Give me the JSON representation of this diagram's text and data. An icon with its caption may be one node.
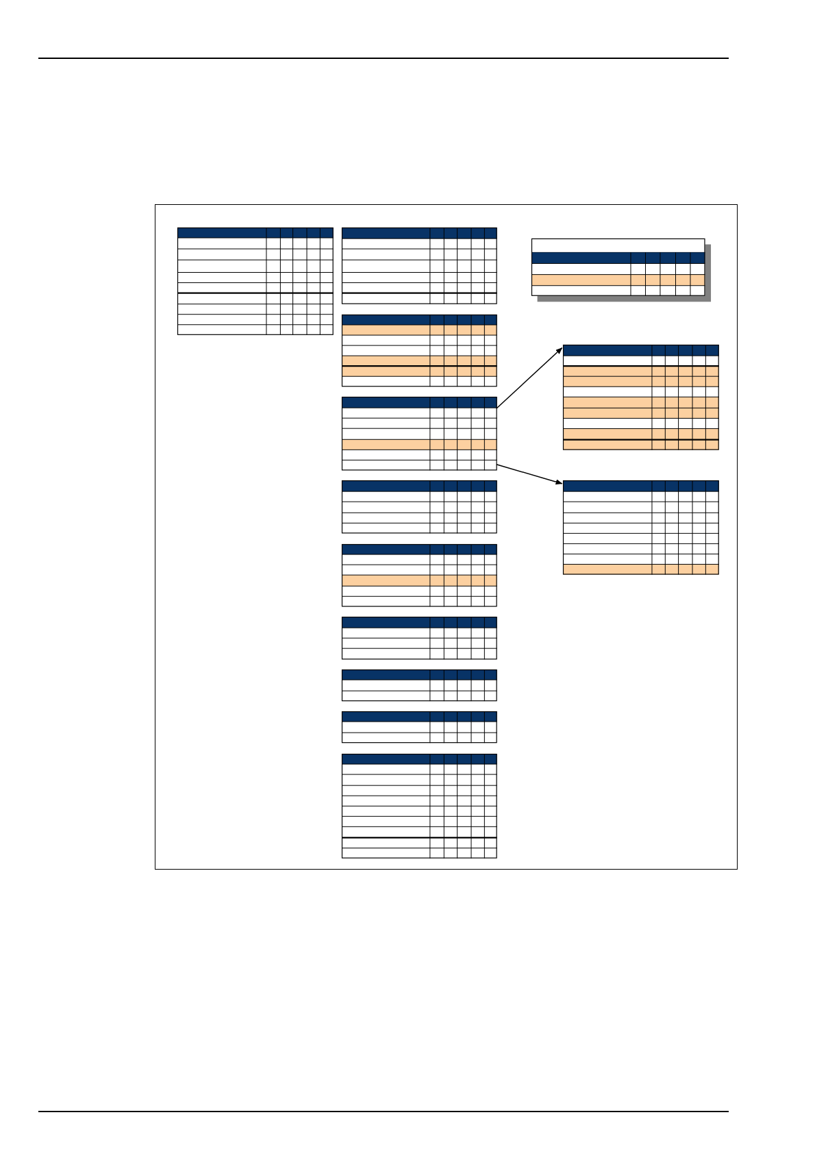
{
  "diagram": {
    "nodes": [
      {
        "text": [],
        "shape": "box"
      },
      {
        "text": [],
        "shape": "table",
        "in": 0
      },
      {
        "text": [],
        "shape": "table",
        "in": 0
      },
      {
        "text": [],
        "shape": "table",
        "in": 0
      },
      {
        "text": [],
        "shape": "table",
        "in": 0
      },
      {
        "text": [],
        "shape": "table",
        "in": 0
      },
      {
        "text": [],
        "shape": "table",
        "in": 0
      },
      {
        "text": [],
        "shape": "table",
        "in": 0
      },
      {
        "text": [],
        "shape": "table",
        "in": 0
      },
      {
        "text": [],
        "shape": "table",
        "in": 0
      },
      {
        "text": [],
        "shape": "table",
        "in": 0
      },
      {
        "text": [],
        "shape": "table",
        "in": 0
      },
      {
        "text": [],
        "shape": "table",
        "in": 0
      },
      {
        "text": [],
        "shape": "table",
        "in": 0
      }
    ],
    "edges": [
      {
        "from": 4,
        "to": 12,
        "arrow": "to"
      },
      {
        "from": 4,
        "to": 13,
        "arrow": "to"
      }
    ]
  }
}
